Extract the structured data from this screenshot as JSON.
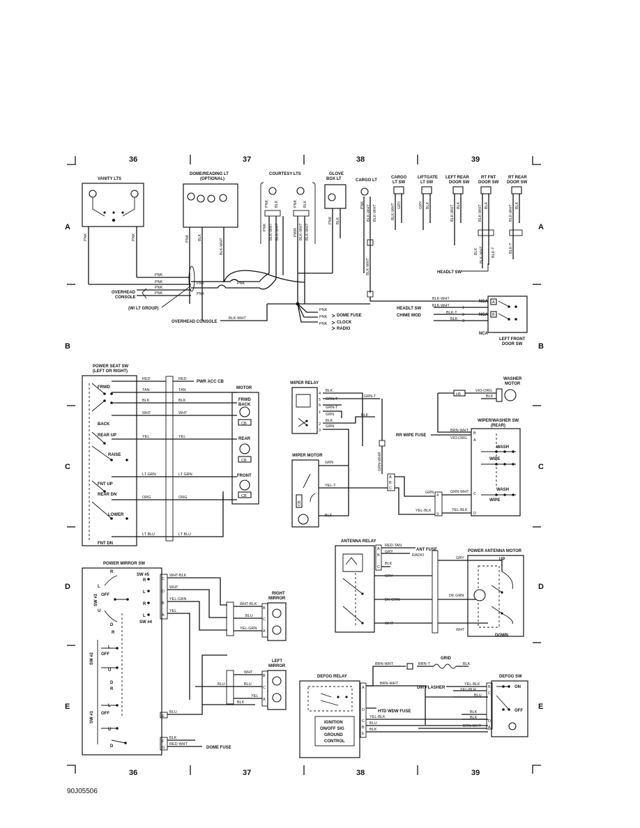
{
  "grid": {
    "columns": [
      "36",
      "37",
      "38",
      "39"
    ],
    "rows": [
      "A",
      "B",
      "C",
      "D",
      "E"
    ]
  },
  "footer": {
    "code": "90J05506"
  },
  "components": {
    "vanity_lts": "VANITY LTS",
    "dome_reading_lt": [
      "DOME/READING LT",
      "(OPTIONAL)"
    ],
    "courtesy_lts": "COURTESY LTS",
    "glove_box_lt": [
      "GLOVE",
      "BOX LT"
    ],
    "cargo_lt": "CARGO LT",
    "cargo_lt_sw": [
      "CARGO",
      "LT SW"
    ],
    "liftgate_lt_sw": [
      "LIFTGATE",
      "LT SW"
    ],
    "left_rear_door_sw": [
      "LEFT REAR",
      "DOOR SW"
    ],
    "rt_fnt_door_sw": [
      "RT FNT",
      "DOOR SW"
    ],
    "rt_rear_door_sw": [
      "RT REAR",
      "DOOR SW"
    ],
    "overhead_console": [
      "OVERHEAD",
      "CONSOLE"
    ],
    "w_lt_group": "(W/ LT GROUP)",
    "overhead_console_2": "OVERHEAD CONSOLE",
    "dome_fuse": "DOME FUSE",
    "clock": "CLOCK",
    "radio": "RADIO",
    "headlt_sw": "HEADLT SW",
    "chime_mod": "CHIME MOD",
    "left_front_door_sw": [
      "LEFT FRONT",
      "DOOR SW"
    ],
    "nca": "NCA",
    "power_seat_sw": [
      "POWER SEAT SW",
      "(LEFT OR RIGHT)"
    ],
    "pwr_acc_cb": "PWR ACC CB",
    "motor": "MOTOR",
    "frwd_back": [
      "FRWD",
      "BACK"
    ],
    "rear": "REAR",
    "front": "FRONT",
    "cb": "CB",
    "seat_positions": [
      "FRWD",
      "BACK",
      "REAR UP",
      "RAISE",
      "FNT UP",
      "REAR DN",
      "LOWER",
      "FNT DN"
    ],
    "wiper_relay": "WIPER RELAY",
    "wiper_motor": "WIPER MOTOR",
    "washer_motor": [
      "WASHER",
      "MOTOR"
    ],
    "wiper_washer_sw": [
      "WIPER/WASHER SW",
      "(REAR)"
    ],
    "rr_wipe_fuse": "RR WIPE FUSE",
    "h5": "H5",
    "wash": "WASH",
    "wipe": "WIPE",
    "antenna_relay": "ANTENNA RELAY",
    "ant_fuse": "ANT FUSE",
    "power_antenna_motor": "POWER ANTENNA MOTOR",
    "up": "UP",
    "down": "DOWN",
    "power_mirror_sw": "POWER MIRROR SW",
    "right_mirror": [
      "RIGHT",
      "MIRROR"
    ],
    "left_mirror": [
      "LEFT",
      "MIRROR"
    ],
    "sw_labels": [
      "SW #5",
      "SW #3",
      "SW #4",
      "SW #2",
      "SW #1"
    ],
    "mirror_positions": [
      "R",
      "L",
      "OFF",
      "U",
      "D"
    ],
    "defog_relay": "DEFOG RELAY",
    "defog_sw": "DEFOG SW",
    "grid_elem": "GRID",
    "dir_flasher": "DIR FLASHER",
    "htd_wdw_fuse": "HTD WDW FUSE",
    "dome_fuse_2": "DOME FUSE",
    "on": "ON",
    "off": "OFF",
    "ignition_block": [
      "IGNITION",
      "ON/OFF SIG",
      "GROUND",
      "CONTROL"
    ]
  },
  "wire_colors": {
    "pnk": "PNK",
    "blk": "BLK",
    "blk_wht": "BLK-WHT",
    "gry": "GRY",
    "blk_t": "BLK-T",
    "red": "RED",
    "tan": "TAN",
    "wht": "WHT",
    "yel": "YEL",
    "lt_grn": "LT GRN",
    "org": "ORG",
    "lt_blu": "LT BLU",
    "grn": "GRN",
    "grn_t": "GRN-T",
    "vio_org": "VIO-ORG",
    "brn_wht": "BRN-WHT",
    "grn_wht": "GRN-WHT",
    "yel_blk": "YEL-BLK",
    "yel_t": "YEL-T",
    "grn_whr": "GRN-WHR",
    "red_tan": "RED-TAN",
    "dk_grn": "DK GRN",
    "wht_blk": "WHT-BLK",
    "yel_grn": "YEL-GRN",
    "blu": "BLU",
    "red_wht": "RED-WHT",
    "brn_t": "BRN-T",
    "yel_blr": "YEL-BLR",
    "pwr": "PWR"
  },
  "pins": {
    "letters": [
      "A",
      "B",
      "C",
      "D",
      "E",
      "F",
      "G"
    ],
    "numbers": [
      "1",
      "2",
      "3",
      "4",
      "5",
      "6",
      "9"
    ]
  }
}
